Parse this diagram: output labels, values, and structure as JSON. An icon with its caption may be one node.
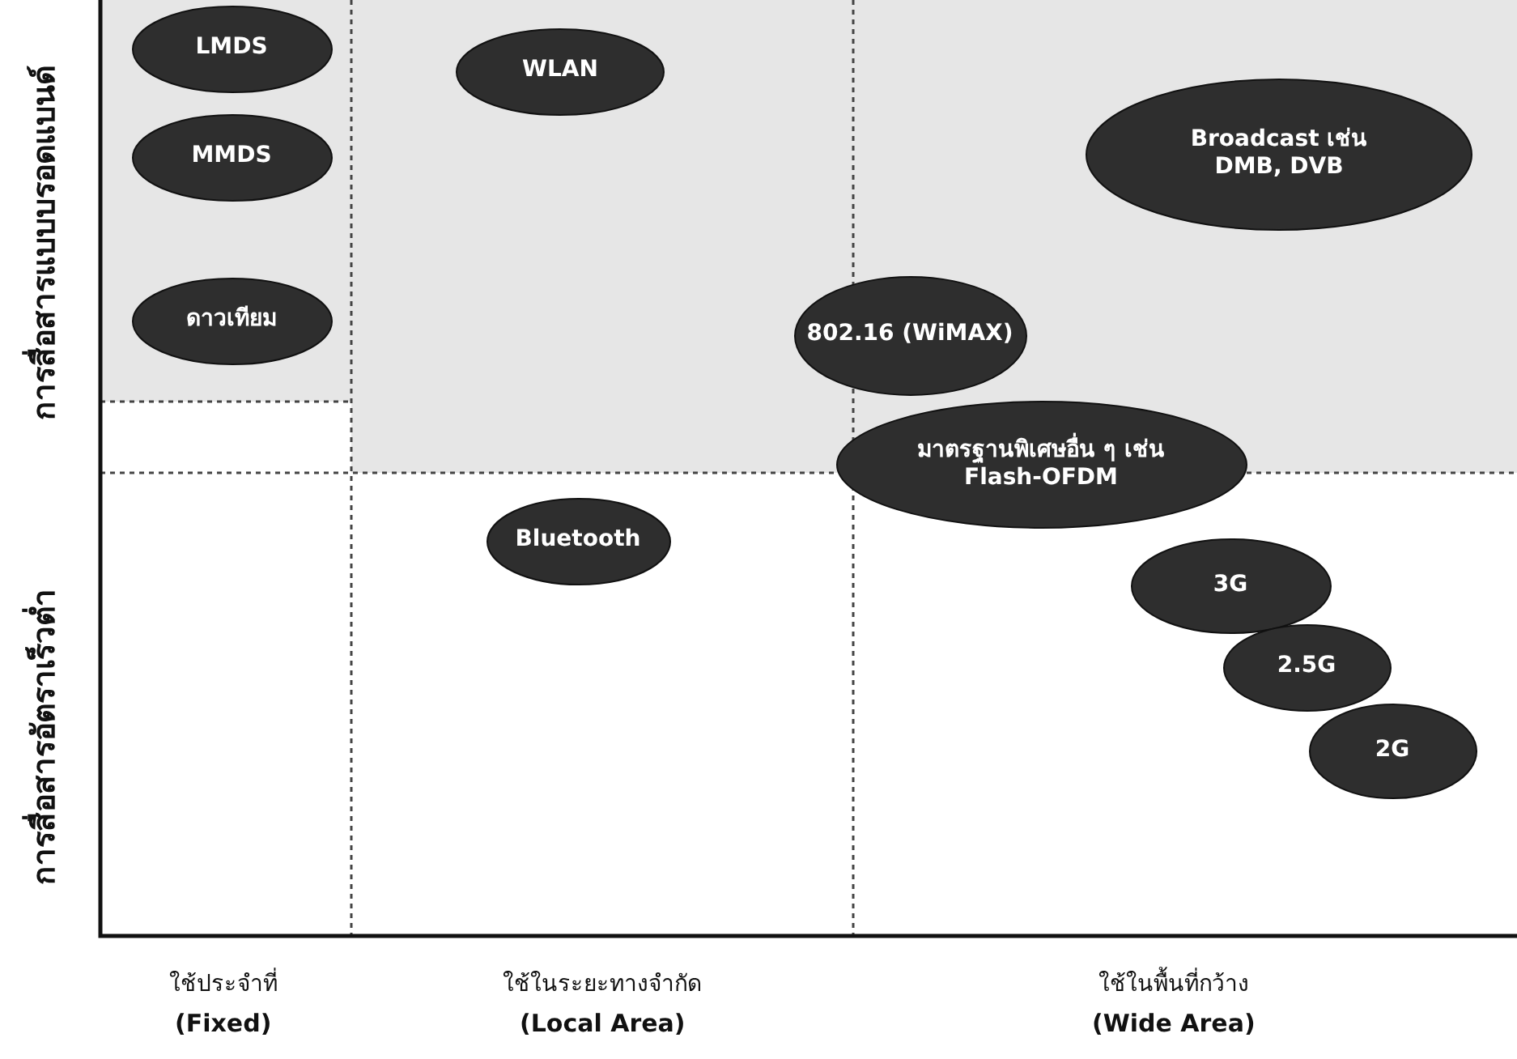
{
  "diagram": {
    "nodes": [
      {
        "text": [
          "LMDS"
        ]
      },
      {
        "text": [
          "MMDS"
        ]
      },
      {
        "text": [
          "ดาวเทียม"
        ]
      },
      {
        "text": [
          "WLAN"
        ]
      },
      {
        "text": [
          "Broadcast เช่น DMB, DVB"
        ]
      },
      {
        "text": [
          "802.16 (WiMAX)"
        ]
      },
      {
        "text": [
          "มาตรฐานพิเศษอื่น ๆ เช่น Flash-OFDM"
        ]
      },
      {
        "text": [
          "Bluetooth"
        ]
      },
      {
        "text": [
          "3G"
        ]
      },
      {
        "text": [
          "2.5G"
        ]
      },
      {
        "text": [
          "2G"
        ]
      }
    ],
    "labels": [
      "การสื่อสารแบบบรอดแบนด์",
      "การสื่อสารอัตราเร็วต่ำ",
      "ใช้ประจำที่",
      "(Fixed)",
      "ใช้ในระยะทางจำกัด",
      "(Local Area)",
      "ใช้ในพื้นที่กว้าง",
      "(Wide Area)"
    ]
  }
}
